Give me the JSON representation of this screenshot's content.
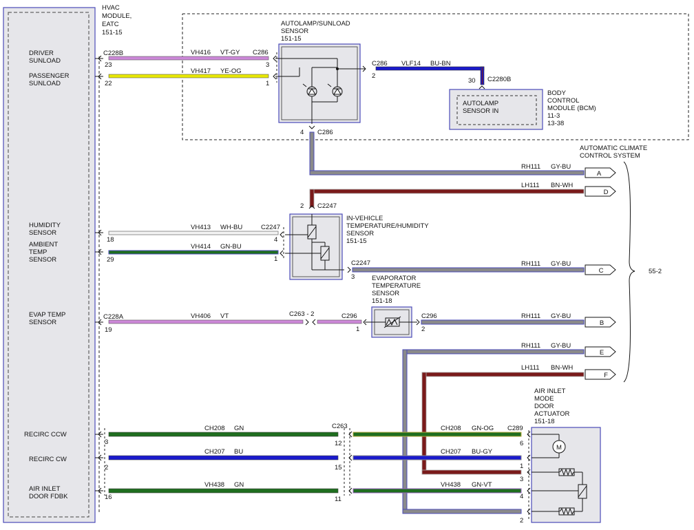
{
  "hvac": {
    "title1": "HVAC",
    "title2": "MODULE,",
    "title3": "EATC",
    "ref": "151-15"
  },
  "inputs": {
    "driver_sunload_1": "DRIVER",
    "driver_sunload_2": "SUNLOAD",
    "passenger_sunload_1": "PASSENGER",
    "passenger_sunload_2": "SUNLOAD",
    "humidity_1": "HUMIDITY",
    "humidity_2": "SENSOR",
    "ambient_1": "AMBIENT",
    "ambient_2": "TEMP",
    "ambient_3": "SENSOR",
    "evap_1": "EVAP TEMP",
    "evap_2": "SENSOR",
    "recirc_ccw": "RECIRC CCW",
    "recirc_cw": "RECIRC CW",
    "air_inlet_1": "AIR INLET",
    "air_inlet_2": "DOOR FDBK"
  },
  "connectors": {
    "c228b": "C228B",
    "c228a": "C228A",
    "c286": "C286",
    "c2280b": "C2280B",
    "c2247": "C2247",
    "c263_2": "C263 - 2",
    "c296": "C296",
    "c263": "C263",
    "c289": "C289"
  },
  "pins": {
    "p23": "23",
    "p22": "22",
    "p3": "3",
    "p1": "1",
    "p2": "2",
    "p30": "30",
    "p4": "4",
    "p18": "18",
    "p29": "29",
    "p19": "19",
    "p12": "12",
    "p15": "15",
    "p16": "16",
    "p11": "11",
    "p6": "6"
  },
  "wires": {
    "vh416": "VH416",
    "vtgy": "VT-GY",
    "vh417": "VH417",
    "yeog": "YE-OG",
    "vlf14": "VLF14",
    "bubn": "BU-BN",
    "rh111": "RH111",
    "gybu": "GY-BU",
    "lh111": "LH111",
    "bnwh": "BN-WH",
    "vh413": "VH413",
    "whbu": "WH-BU",
    "vh414": "VH414",
    "gnbu": "GN-BU",
    "vh406": "VH406",
    "vt": "VT",
    "ch208": "CH208",
    "gn": "GN",
    "gnog": "GN-OG",
    "ch207": "CH207",
    "bu": "BU",
    "bugy": "BU-GY",
    "vh438": "VH438",
    "gnvt": "GN-VT"
  },
  "components": {
    "autolamp_1": "AUTOLAMP/SUNLOAD",
    "autolamp_2": "SENSOR",
    "autolamp_ref": "151-15",
    "bcm_inner_1": "AUTOLAMP",
    "bcm_inner_2": "SENSOR IN",
    "bcm_1": "BODY",
    "bcm_2": "CONTROL",
    "bcm_3": "MODULE (BCM)",
    "bcm_4": "11-3",
    "bcm_5": "13-38",
    "invehicle_1": "IN-VEHICLE",
    "invehicle_2": "TEMPERATURE/HUMIDITY",
    "invehicle_3": "SENSOR",
    "invehicle_ref": "151-15",
    "evaporator_1": "EVAPORATOR",
    "evaporator_2": "TEMPERATURE",
    "evaporator_3": "SENSOR",
    "evaporator_ref": "151-18",
    "actuator_1": "AIR INLET",
    "actuator_2": "MODE",
    "actuator_3": "DOOR",
    "actuator_4": "ACTUATOR",
    "actuator_ref": "151-18",
    "motor": "M"
  },
  "system": {
    "title1": "AUTOMATIC CLIMATE",
    "title2": "CONTROL SYSTEM",
    "page_ref": "55-2"
  },
  "tags": {
    "a": "A",
    "b": "B",
    "c": "C",
    "d": "D",
    "e": "E",
    "f": "F"
  },
  "colors": {
    "violet": "#cc88d8",
    "yellow": "#e8e800",
    "blue": "#1a1acc",
    "brown": "#7a1a1a",
    "green": "#1f6e1f",
    "gray": "#8a8a8a",
    "gray_blue": "#6a78a8",
    "module_border": "#4a4ab8",
    "module_fill": "#e6e6ea"
  }
}
